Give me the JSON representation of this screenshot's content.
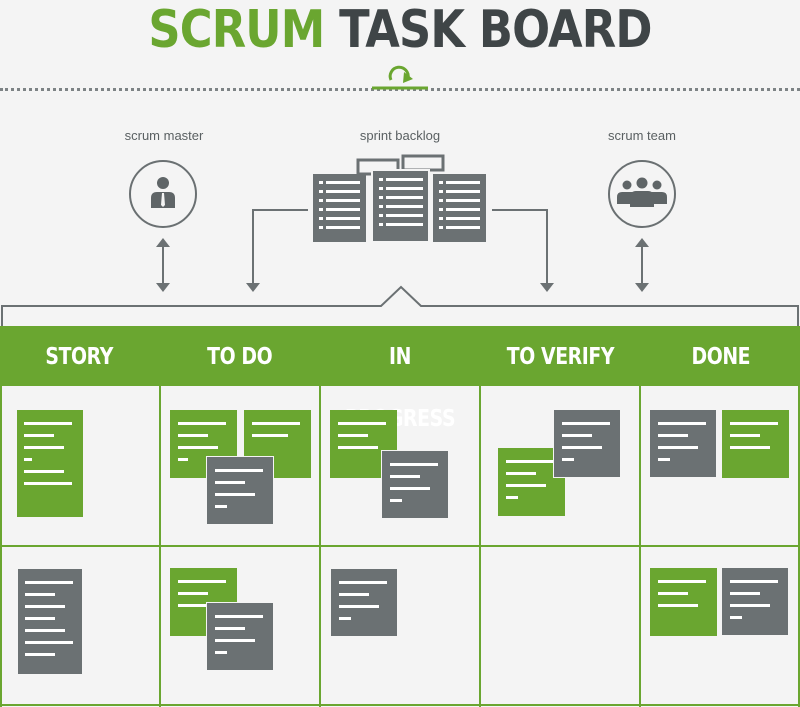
{
  "title": {
    "part1": "SCRUM",
    "part2": "TASK BOARD"
  },
  "roles": {
    "scrum_master": "scrum master",
    "sprint_backlog": "sprint backlog",
    "scrum_team": "scrum team"
  },
  "columns": [
    {
      "label": "STORY"
    },
    {
      "label": "TO DO"
    },
    {
      "label": "IN PROGRESS"
    },
    {
      "label": "TO VERIFY"
    },
    {
      "label": "DONE"
    }
  ],
  "colors": {
    "green": "#6aa630",
    "dark": "#3f4547",
    "card_gray": "#6b7173",
    "background": "#f4f4f4"
  }
}
